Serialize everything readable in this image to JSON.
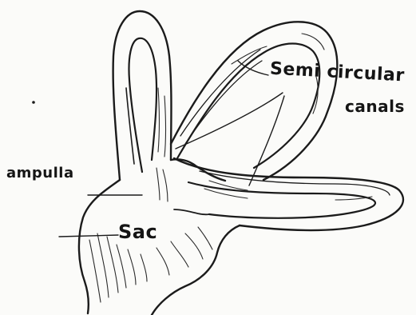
{
  "labels": {
    "semi": "Semi circular",
    "canals": "canals",
    "ampulla": "ampulla",
    "sac": "Sac"
  }
}
